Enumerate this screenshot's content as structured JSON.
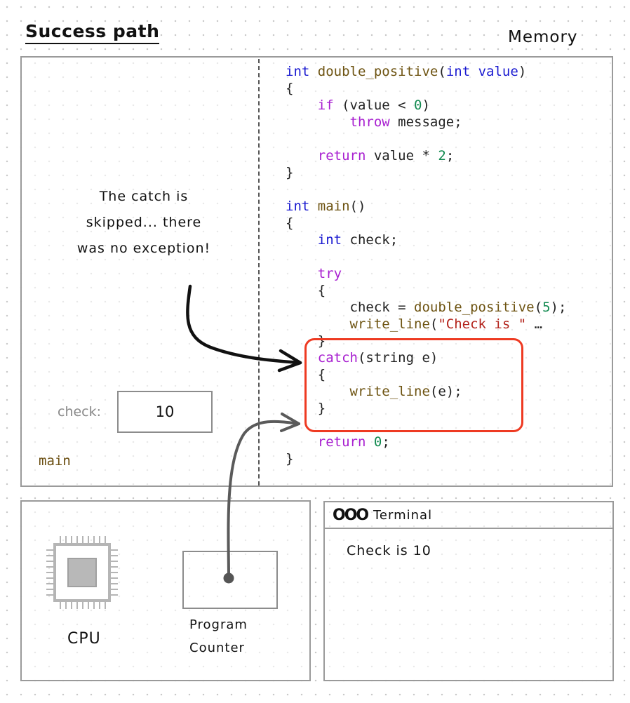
{
  "title": "Success path",
  "memory_label": "Memory",
  "note_lines": [
    "The catch is",
    "skipped... there",
    "was no exception!"
  ],
  "variable": {
    "label": "check:",
    "value": "10"
  },
  "frame_name": "main",
  "code_lines": [
    [
      {
        "t": "int",
        "c": "kw-type"
      },
      {
        "t": " "
      },
      {
        "t": "double_positive",
        "c": "fn"
      },
      {
        "t": "("
      },
      {
        "t": "int",
        "c": "kw-type"
      },
      {
        "t": " "
      },
      {
        "t": "value",
        "c": "kw-type"
      },
      {
        "t": ")"
      }
    ],
    [
      {
        "t": "{"
      }
    ],
    [
      {
        "t": "    "
      },
      {
        "t": "if",
        "c": "kw-ctrl"
      },
      {
        "t": " (value < "
      },
      {
        "t": "0",
        "c": "num"
      },
      {
        "t": ")"
      }
    ],
    [
      {
        "t": "        "
      },
      {
        "t": "throw",
        "c": "kw-ctrl"
      },
      {
        "t": " message;"
      }
    ],
    [],
    [
      {
        "t": "    "
      },
      {
        "t": "return",
        "c": "kw-ctrl"
      },
      {
        "t": " value * "
      },
      {
        "t": "2",
        "c": "num"
      },
      {
        "t": ";"
      }
    ],
    [
      {
        "t": "}"
      }
    ],
    [],
    [
      {
        "t": "int",
        "c": "kw-type"
      },
      {
        "t": " "
      },
      {
        "t": "main",
        "c": "fn"
      },
      {
        "t": "()"
      }
    ],
    [
      {
        "t": "{"
      }
    ],
    [
      {
        "t": "    "
      },
      {
        "t": "int",
        "c": "kw-type"
      },
      {
        "t": " check;"
      }
    ],
    [],
    [
      {
        "t": "    "
      },
      {
        "t": "try",
        "c": "kw-ctrl"
      }
    ],
    [
      {
        "t": "    {"
      }
    ],
    [
      {
        "t": "        check = "
      },
      {
        "t": "double_positive",
        "c": "fn"
      },
      {
        "t": "("
      },
      {
        "t": "5",
        "c": "num"
      },
      {
        "t": ");"
      }
    ],
    [
      {
        "t": "        "
      },
      {
        "t": "write_line",
        "c": "fn"
      },
      {
        "t": "("
      },
      {
        "t": "\"Check is \"",
        "c": "str"
      },
      {
        "t": " …"
      }
    ],
    [
      {
        "t": "    }"
      }
    ],
    [
      {
        "t": "    "
      },
      {
        "t": "catch",
        "c": "kw-ctrl"
      },
      {
        "t": "(string e)"
      }
    ],
    [
      {
        "t": "    {"
      }
    ],
    [
      {
        "t": "        "
      },
      {
        "t": "write_line",
        "c": "fn"
      },
      {
        "t": "(e);"
      }
    ],
    [
      {
        "t": "    }"
      }
    ],
    [],
    [
      {
        "t": "    "
      },
      {
        "t": "return",
        "c": "kw-ctrl"
      },
      {
        "t": " "
      },
      {
        "t": "0",
        "c": "num"
      },
      {
        "t": ";"
      }
    ],
    [
      {
        "t": "}"
      }
    ]
  ],
  "cpu": {
    "label": "CPU",
    "icon": "cpu-chip-icon"
  },
  "program_counter": {
    "label_lines": [
      "Program",
      "Counter"
    ]
  },
  "terminal": {
    "dots": "OOO",
    "title": "Terminal",
    "output": "Check is 10"
  },
  "colors": {
    "highlight": "#ee3a22",
    "type_keyword": "#1a1ad0",
    "control_keyword": "#a81fd0",
    "function": "#6d5311",
    "number": "#128a50",
    "string": "#b3231b"
  }
}
